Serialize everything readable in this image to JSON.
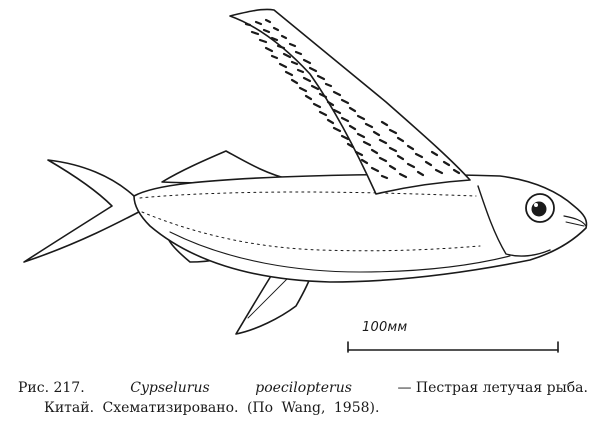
{
  "figure": {
    "scale_bar_label": "100мм"
  },
  "caption": {
    "figure_number": "Рис. 217.",
    "genus": "Cypselurus",
    "species": "poecilopterus",
    "common_name": "— Пестрая летучая рыба.",
    "line2": "Китай. Схематизировано. (По Wang, 1958)."
  },
  "colors": {
    "ink": "#1a1a1a",
    "paper": "#ffffff"
  }
}
